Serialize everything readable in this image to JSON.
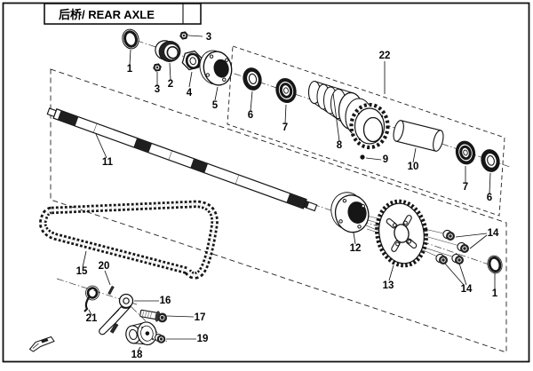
{
  "page": {
    "title": "后桥/ REAR AXLE"
  },
  "colors": {
    "line": "#111111",
    "background": "#ffffff"
  },
  "callouts": [
    {
      "label": "1"
    },
    {
      "label": "3"
    },
    {
      "label": "2"
    },
    {
      "label": "3"
    },
    {
      "label": "4"
    },
    {
      "label": "5"
    },
    {
      "label": "22"
    },
    {
      "label": "6"
    },
    {
      "label": "7"
    },
    {
      "label": "8"
    },
    {
      "label": "9"
    },
    {
      "label": "10"
    },
    {
      "label": "7"
    },
    {
      "label": "6"
    },
    {
      "label": "11"
    },
    {
      "label": "12"
    },
    {
      "label": "13"
    },
    {
      "label": "14"
    },
    {
      "label": "14"
    },
    {
      "label": "1"
    },
    {
      "label": "15"
    },
    {
      "label": "20"
    },
    {
      "label": "21"
    },
    {
      "label": "16"
    },
    {
      "label": "17"
    },
    {
      "label": "18"
    },
    {
      "label": "19"
    }
  ]
}
